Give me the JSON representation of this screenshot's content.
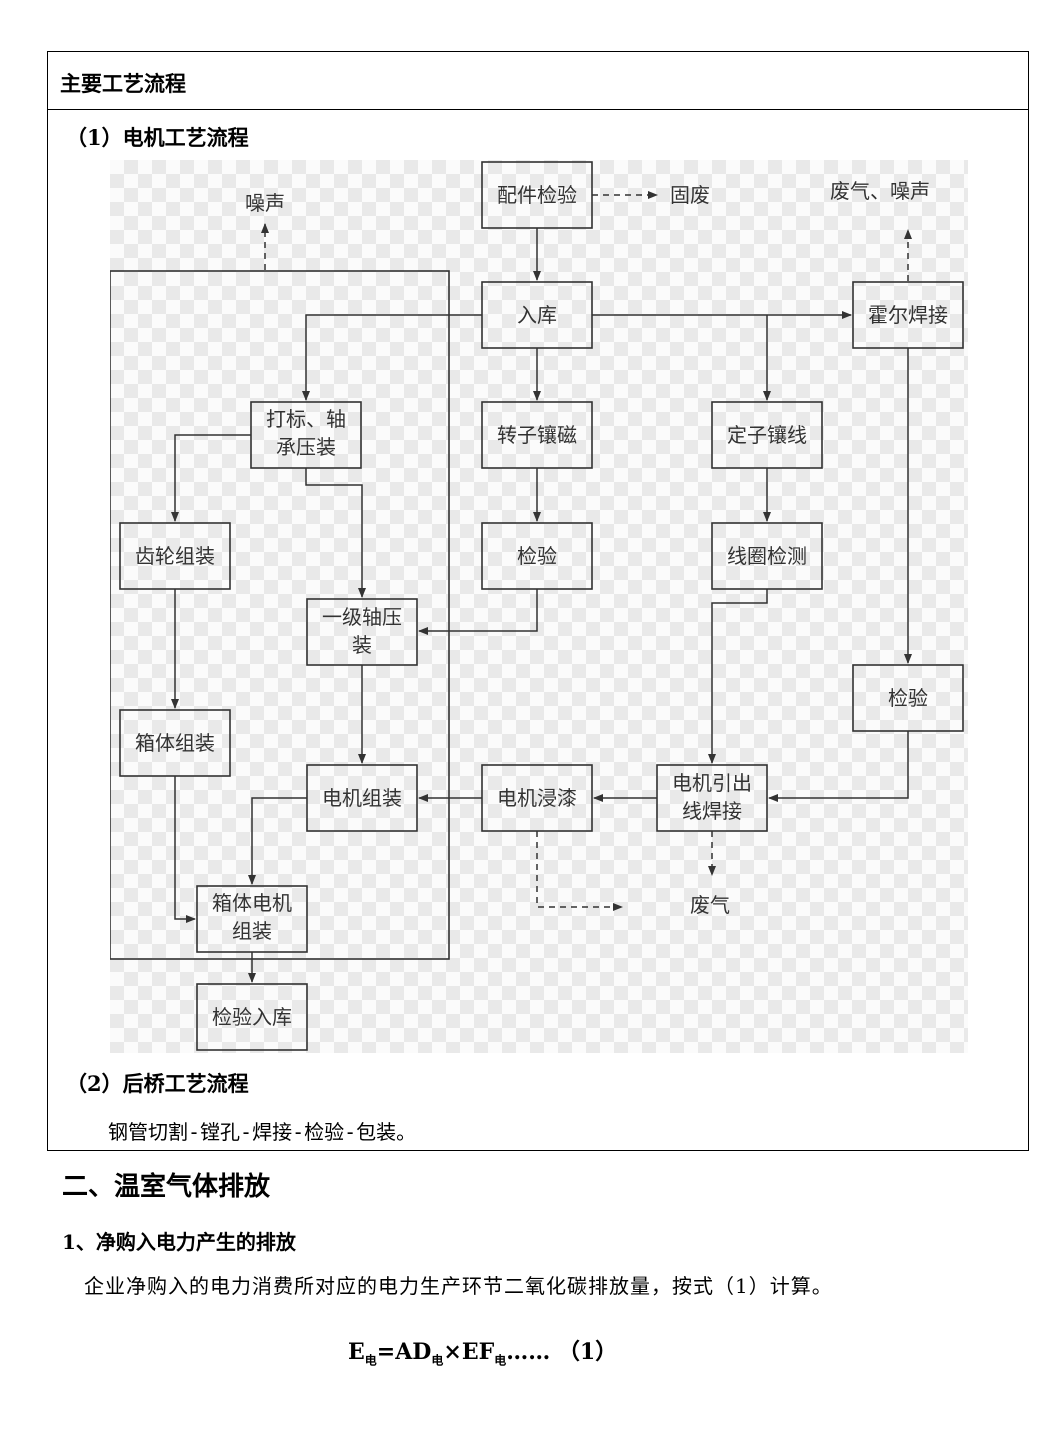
{
  "table": {
    "header": "主要工艺流程",
    "sub1": "（1）电机工艺流程",
    "sub2": "（2）后桥工艺流程",
    "sub2_text": "钢管切割-镗孔-焊接-检验-包装。"
  },
  "diagram": {
    "nodes": {
      "parts_inspection": "配件检验",
      "warehouse_in": "入库",
      "hall_welding": "霍尔焊接",
      "marking_1": "打标、轴",
      "marking_2": "承压装",
      "rotor": "转子镶磁",
      "stator": "定子镶线",
      "gear": "齿轮组装",
      "inspection_a": "检验",
      "coil_test": "线圈检测",
      "press_1": "一级轴压",
      "press_2": "装",
      "inspection_b": "检验",
      "case_assembly": "箱体组装",
      "motor_assembly": "电机组装",
      "dip_paint": "电机浸漆",
      "lead_weld_1": "电机引出",
      "lead_weld_2": "线焊接",
      "case_motor_1": "箱体电机",
      "case_motor_2": "组装",
      "final": "检验入库"
    },
    "outputs": {
      "noise": "噪声",
      "solid_waste": "固废",
      "gas_noise": "废气、噪声",
      "waste_gas": "废气"
    }
  },
  "section": {
    "title": "二、温室气体排放",
    "subtitle": "1、净购入电力产生的排放",
    "paragraph": "企业净购入的电力消费所对应的电力生产环节二氧化碳排放量，按式（1）计算。",
    "formula": {
      "e": "E",
      "sub1": "电",
      "eq": "=AD",
      "sub2": "电",
      "times": "×EF",
      "sub3": "电",
      "tail": "…… （1）"
    }
  }
}
